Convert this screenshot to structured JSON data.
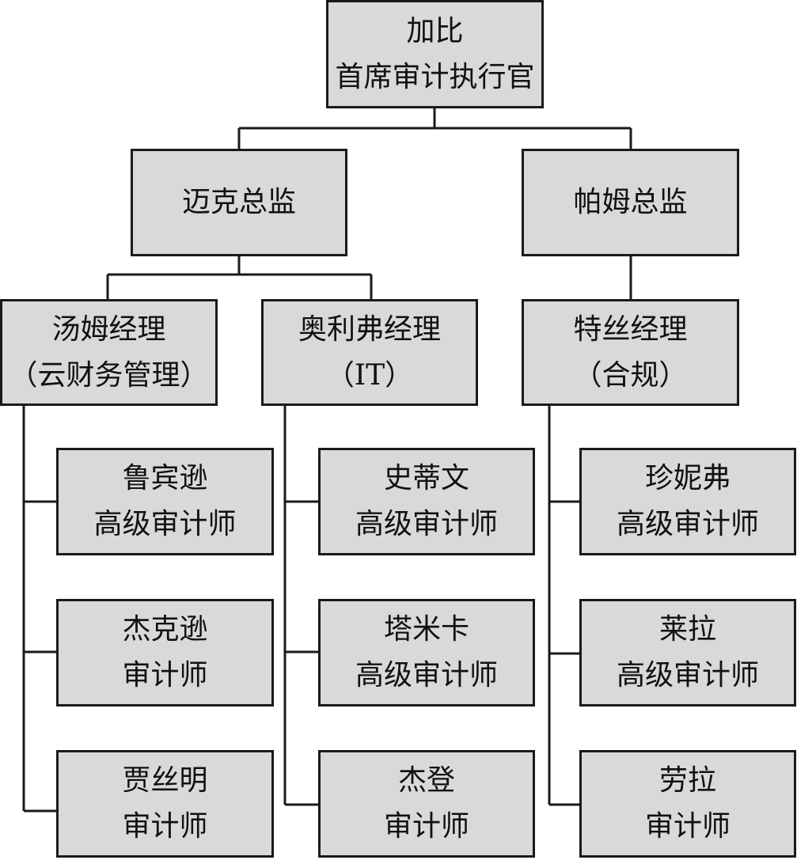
{
  "colors": {
    "box_fill": "#d9d9d9",
    "line": "#1a1a1a",
    "text": "#111111"
  },
  "ceo": {
    "name": "加比",
    "title": "首席审计执行官"
  },
  "directors": {
    "mike": {
      "name": "迈克总监"
    },
    "pam": {
      "name": "帕姆总监"
    }
  },
  "managers": {
    "tom": {
      "name": "汤姆经理",
      "dept": "（云财务管理）"
    },
    "oliver": {
      "name": "奥利弗经理",
      "dept": "（IT）"
    },
    "tess": {
      "name": "特丝经理",
      "dept": "（合规）"
    }
  },
  "staff": {
    "tom": [
      {
        "name": "鲁宾逊",
        "title": "高级审计师"
      },
      {
        "name": "杰克逊",
        "title": "审计师"
      },
      {
        "name": "贾丝明",
        "title": "审计师"
      }
    ],
    "oliver": [
      {
        "name": "史蒂文",
        "title": "高级审计师"
      },
      {
        "name": "塔米卡",
        "title": "高级审计师"
      },
      {
        "name": "杰登",
        "title": "审计师"
      }
    ],
    "tess": [
      {
        "name": "珍妮弗",
        "title": "高级审计师"
      },
      {
        "name": "莱拉",
        "title": "高级审计师"
      },
      {
        "name": "劳拉",
        "title": "审计师"
      }
    ]
  }
}
